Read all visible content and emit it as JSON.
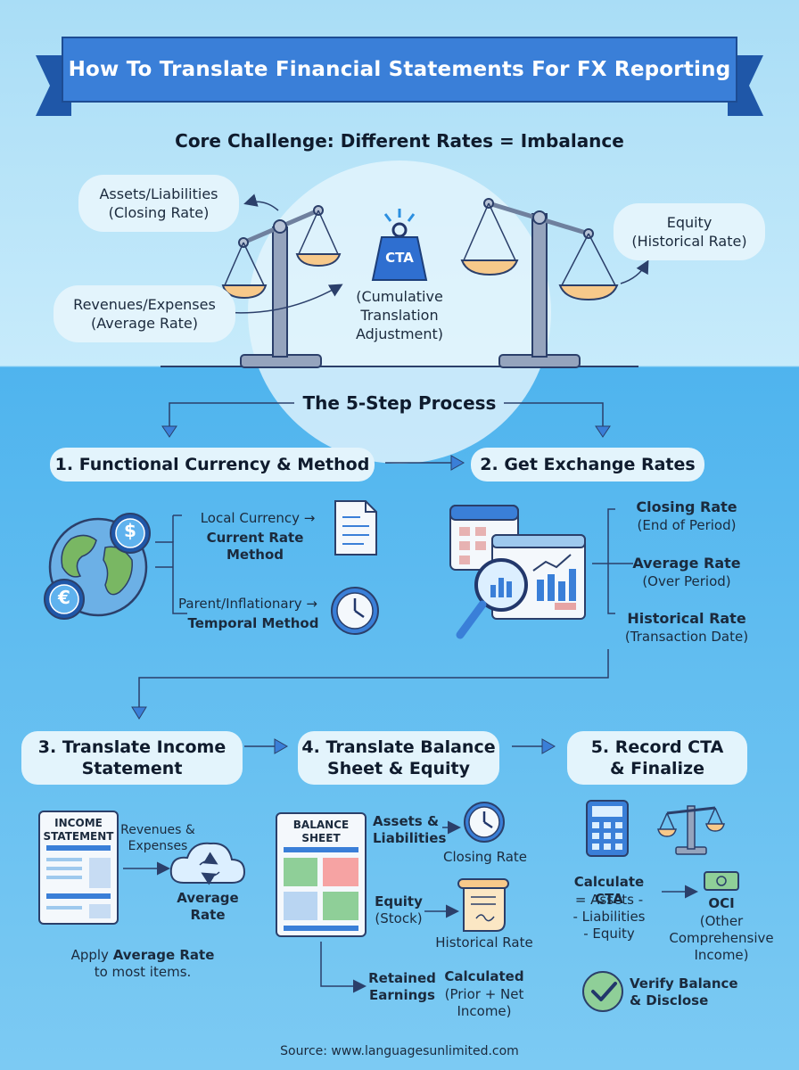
{
  "title": "How To Translate Financial Statements For FX Reporting",
  "core": {
    "heading": "Core Challenge: Different Rates = Imbalance",
    "assets_liab": [
      "Assets/Liabilities",
      "(Closing Rate)"
    ],
    "rev_exp": [
      "Revenues/Expenses",
      "(Average Rate)"
    ],
    "equity": [
      "Equity",
      "(Historical Rate)"
    ],
    "cta_badge": "CTA",
    "cta_text": [
      "(Cumulative",
      "Translation",
      "Adjustment)"
    ]
  },
  "process": {
    "heading": "The 5-Step Process",
    "step1": {
      "title": "1. Functional Currency & Method",
      "local_label": "Local Currency →",
      "local_method": "Current Rate Method",
      "parent_label": "Parent/Inflationary →",
      "parent_method": "Temporal Method",
      "dollar_symbol": "$",
      "euro_symbol": "€"
    },
    "step2": {
      "title": "2. Get Exchange Rates",
      "closing": "Closing Rate",
      "closing_sub": "(End of Period)",
      "average": "Average Rate",
      "average_sub": "(Over Period)",
      "historical": "Historical Rate",
      "historical_sub": "(Transaction Date)"
    },
    "step3": {
      "title": [
        "3. Translate Income",
        "Statement"
      ],
      "doc_title": [
        "INCOME",
        "STATEMENT"
      ],
      "rev_exp": [
        "Revenues &",
        "Expenses"
      ],
      "avg_rate": [
        "Average",
        "Rate"
      ],
      "apply_pre": "Apply ",
      "apply_bold": "Average Rate",
      "apply_post": "to most items."
    },
    "step4": {
      "title": [
        "4. Translate Balance",
        "Sheet & Equity"
      ],
      "doc_title": [
        "BALANCE",
        "SHEET"
      ],
      "assets_liab": [
        "Assets &",
        "Liabilities"
      ],
      "closing_rate": "Closing Rate",
      "equity": "Equity",
      "equity_sub": "(Stock)",
      "historical_rate": "Historical Rate",
      "retained": [
        "Retained",
        "Earnings"
      ],
      "calculated": "Calculated",
      "calculated_sub": [
        "(Prior + Net",
        "Income)"
      ]
    },
    "step5": {
      "title": [
        "5. Record CTA",
        "& Finalize"
      ],
      "calc_title": "Calculate CTA",
      "calc_lines": [
        "= Assets -",
        "- Liabilities",
        "- Equity"
      ],
      "oci": "OCI",
      "oci_sub": [
        "(Other",
        "Comprehensive",
        "Income)"
      ],
      "verify": [
        "Verify Balance",
        "& Disclose"
      ]
    }
  },
  "source": "Source: www.languagesunlimited.com",
  "colors": {
    "banner": "#3a7fd8",
    "banner_dark": "#1f57a8",
    "scale_post": "#8f9fb8",
    "pan": "#f7c98a",
    "navy": "#22376b",
    "sky": "#e3f4fc"
  }
}
